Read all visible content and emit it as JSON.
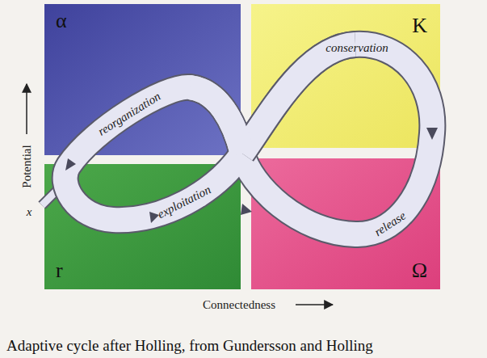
{
  "diagram": {
    "caption": "Adaptive cycle after Holling, from Gundersson and Holling",
    "nodes": [
      {
        "text": [
          "α"
        ]
      },
      {
        "text": [
          "K"
        ]
      },
      {
        "text": [
          "r"
        ]
      },
      {
        "text": [
          "Ω"
        ]
      }
    ],
    "labels": [
      "reorganization",
      "conservation",
      "x",
      "exploitation",
      "release",
      "Potential",
      "Connectedness"
    ]
  }
}
